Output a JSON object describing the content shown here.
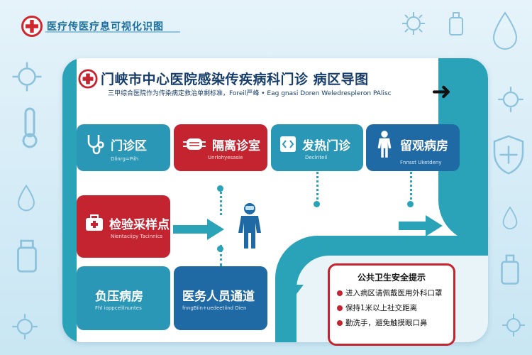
{
  "corner": {
    "title": "医疗传医疗息可视化识图"
  },
  "header": {
    "title": "门峡市中心医院感染传疾病科门诊 病区导图",
    "subtitle": "三甲综合医院作为传染病定救治单剩标准，Foreil严峰 • Eag gnasi Doren Weledrespleron PAlisc"
  },
  "tiles": {
    "outpatient": {
      "label": "门诊区",
      "sub": "Dlinrg=Piih"
    },
    "isolation": {
      "label": "隔离诊室",
      "sub": "Unrlohyesasie"
    },
    "fever": {
      "label": "发热门诊",
      "sub": "Declriteil"
    },
    "observation": {
      "label": "留观病房",
      "sub": "Fnnsst Uketdeny"
    },
    "lab": {
      "label": "检验采样点",
      "sub": "Nientaciipy Tacinnics"
    },
    "negative": {
      "label": "负压病房",
      "sub": "Fhl ioppcelilnuntes"
    },
    "staff": {
      "label": "医务人员通道",
      "sub": "fnngBiin+uedeetiind Dien"
    }
  },
  "safety": {
    "title": "公共卫生安全提示",
    "items": [
      "进入病区请佩戴医用外科口罩",
      "保持1米以上社交距离",
      "勤洗手，避免触摸眼口鼻"
    ]
  },
  "colors": {
    "teal": "#2a97b6",
    "red": "#c32430",
    "blue": "#1f6aa5",
    "navy": "#173e6a"
  }
}
